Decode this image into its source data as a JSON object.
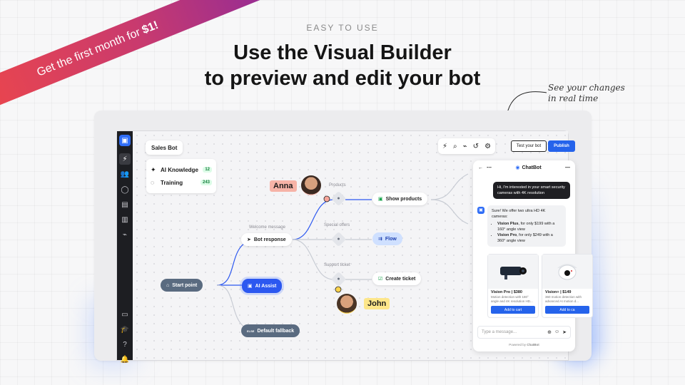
{
  "promo": {
    "text": "Get the first month for",
    "highlight": "$1!"
  },
  "hero": {
    "eyebrow": "EASY TO USE",
    "line1": "Use the Visual Builder",
    "line2": "to preview and edit your bot"
  },
  "annotation": {
    "line1": "See your changes",
    "line2": "in real time"
  },
  "rail_icons": [
    "chatbot-logo-icon",
    "lightning-icon",
    "users-icon",
    "chat-icon",
    "archive-icon",
    "chart-icon",
    "plug-icon",
    "billing-icon",
    "academy-icon",
    "help-icon",
    "bell-icon"
  ],
  "topbar": {
    "bot_name": "Sales Bot",
    "tools": [
      "lightning-icon",
      "search-icon",
      "plug-icon",
      "history-icon",
      "gear-icon"
    ],
    "test_label": "Test your bot",
    "publish_label": "Publish"
  },
  "knowledge": {
    "ai_label": "AI Knowledge",
    "ai_count": "12",
    "training_label": "Training",
    "training_count": "243"
  },
  "flow": {
    "start": "Start point",
    "welcome_label": "Welcome message",
    "bot_response": "Bot response",
    "ai_assist": "AI Assist",
    "default_fallback": "Default fallback",
    "else_tag": "ELSE",
    "products_label": "Products",
    "show_products": "Show products",
    "special_offers_label": "Special offers",
    "flow": "Flow",
    "support_label": "Support ticket",
    "create_ticket": "Create ticket"
  },
  "users": {
    "anna": "Anna",
    "john": "John"
  },
  "chat": {
    "title": "ChatBot",
    "user_msg": "Hi, I'm interested in your smart security cameras with 4K resolution",
    "bot_intro": "Sure! We offer two ultra HD 4K cameras:",
    "offer1_name": "Vision Plus",
    "offer1_text": ", for only $199 with a 160° angle view",
    "offer2_name": "Vision Pro",
    "offer2_text": ", for only $249 with a 360° angle view",
    "products": [
      {
        "name": "Vision Pro | $380",
        "desc": "Motion detection with 180° angle and 4K resolution HD...",
        "cta": "Add to cart"
      },
      {
        "name": "Vision+ | $149",
        "desc": "360 motion detection with advanced AI motion d...",
        "cta": "Add to ca"
      }
    ],
    "input_placeholder": "Type a message...",
    "powered_prefix": "Powered by",
    "powered_brand": "ChatBot"
  },
  "colors": {
    "accent": "#2563eb",
    "anna_tag": "#f6b3a7",
    "john_tag": "#fde68a",
    "ribbon_start": "#e8454f",
    "ribbon_end": "#8e2a9a"
  }
}
